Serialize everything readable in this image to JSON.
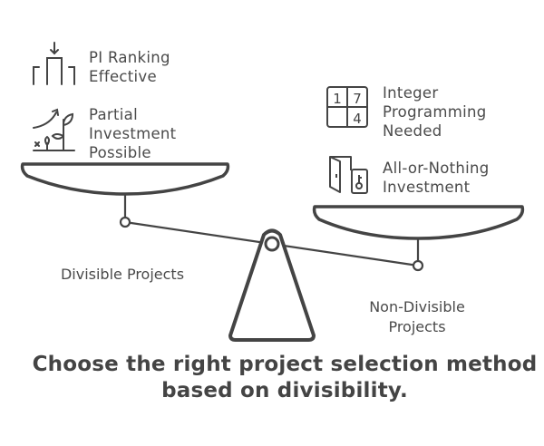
{
  "left_pan": {
    "label": "Divisible Projects",
    "items": [
      {
        "icon": "ranking-podium-icon",
        "lines": [
          "PI Ranking",
          "Effective"
        ]
      },
      {
        "icon": "growth-plant-icon",
        "lines": [
          "Partial",
          "Investment",
          "Possible"
        ]
      }
    ]
  },
  "right_pan": {
    "label_lines": [
      "Non-Divisible",
      "Projects"
    ],
    "items": [
      {
        "icon": "number-grid-icon",
        "lines": [
          "Integer",
          "Programming",
          "Needed"
        ],
        "grid_digits": [
          "1",
          "7",
          "4"
        ]
      },
      {
        "icon": "door-lock-icon",
        "lines": [
          "All-or-Nothing",
          "Investment"
        ]
      }
    ]
  },
  "caption": {
    "lines": [
      "Choose the right project selection method",
      "based on divisibility."
    ]
  },
  "colors": {
    "stroke": "#444444",
    "text": "#4a4a4a",
    "background": "#ffffff"
  }
}
